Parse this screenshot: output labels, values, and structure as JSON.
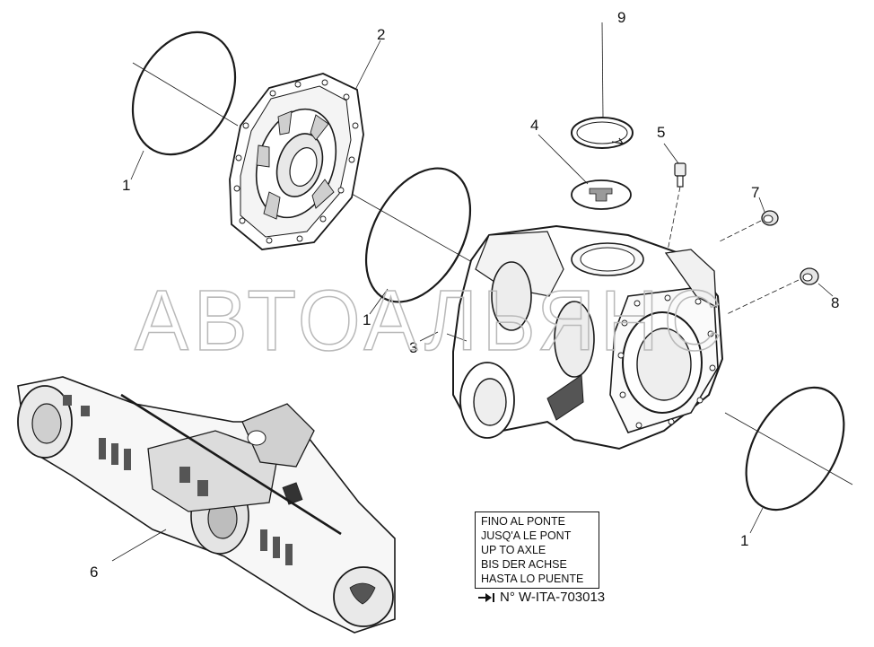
{
  "watermark": "АВТОАЛЬЯНС",
  "callouts": [
    "1",
    "2",
    "1",
    "3",
    "4",
    "9",
    "5",
    "7",
    "8",
    "1",
    "6"
  ],
  "note": {
    "lines": [
      "FINO AL PONTE",
      "JUSQ'A LE PONT",
      "UP TO AXLE",
      "BIS DER ACHSE",
      "HASTA LO PUENTE"
    ],
    "reference": "N° W-ITA-703013",
    "arrow_icon": "arrow-to-bar-icon"
  },
  "colors": {
    "line": "#1a1a1a",
    "watermark": "#b9b9b9"
  }
}
